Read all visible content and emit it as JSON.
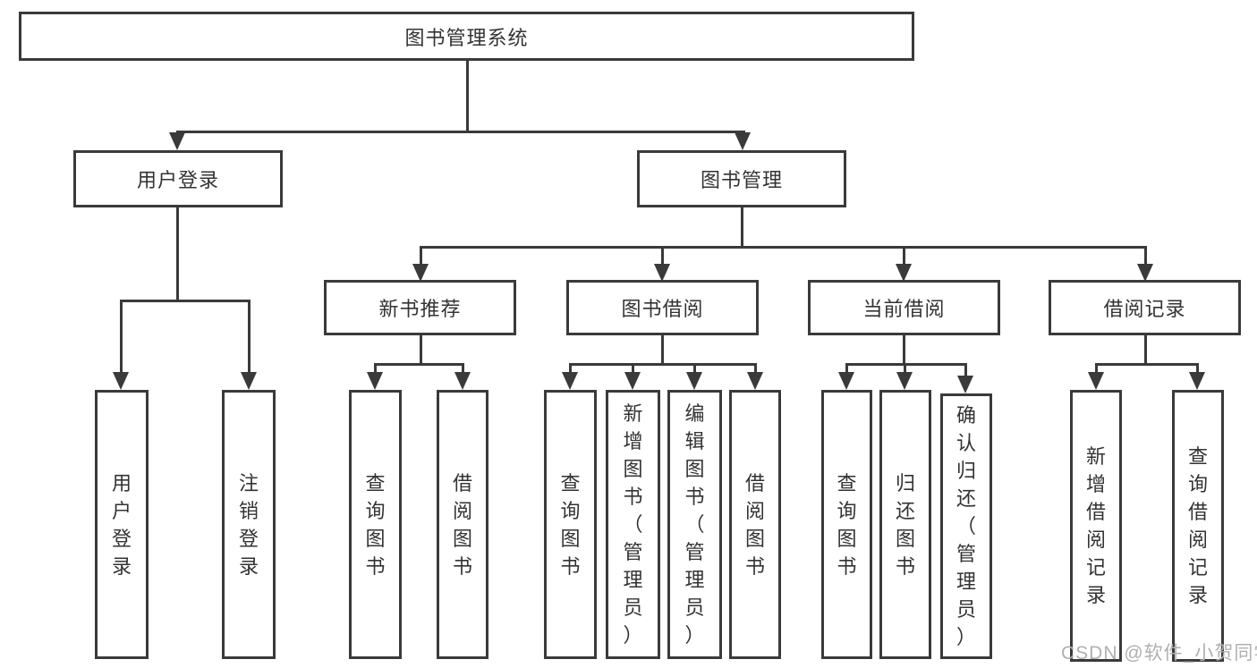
{
  "diagram": {
    "title_node": {
      "label": "图书管理系统"
    },
    "level2": [
      {
        "label": "用户登录"
      },
      {
        "label": "图书管理"
      }
    ],
    "level3": [
      {
        "label": "新书推荐"
      },
      {
        "label": "图书借阅"
      },
      {
        "label": "当前借阅"
      },
      {
        "label": "借阅记录"
      }
    ],
    "leaves": [
      {
        "parent": "用户登录",
        "label": "用户登录"
      },
      {
        "parent": "用户登录",
        "label": "注销登录"
      },
      {
        "parent": "新书推荐",
        "label": "查询图书"
      },
      {
        "parent": "新书推荐",
        "label": "借阅图书"
      },
      {
        "parent": "图书借阅",
        "label": "查询图书"
      },
      {
        "parent": "图书借阅",
        "label": "新增图书（管理员）"
      },
      {
        "parent": "图书借阅",
        "label": "编辑图书（管理员）"
      },
      {
        "parent": "图书借阅",
        "label": "借阅图书"
      },
      {
        "parent": "当前借阅",
        "label": "查询图书"
      },
      {
        "parent": "当前借阅",
        "label": "归还图书"
      },
      {
        "parent": "当前借阅",
        "label": "确认归还（管理员）"
      },
      {
        "parent": "借阅记录",
        "label": "新增借阅记录"
      },
      {
        "parent": "借阅记录",
        "label": "查询借阅记录"
      }
    ],
    "watermark": "CSDN @软件_小贺同学",
    "colors": {
      "line": "#3a3a3a",
      "text": "#333333",
      "box_background": "#ffffff",
      "watermark": "#b0b0b0"
    }
  }
}
